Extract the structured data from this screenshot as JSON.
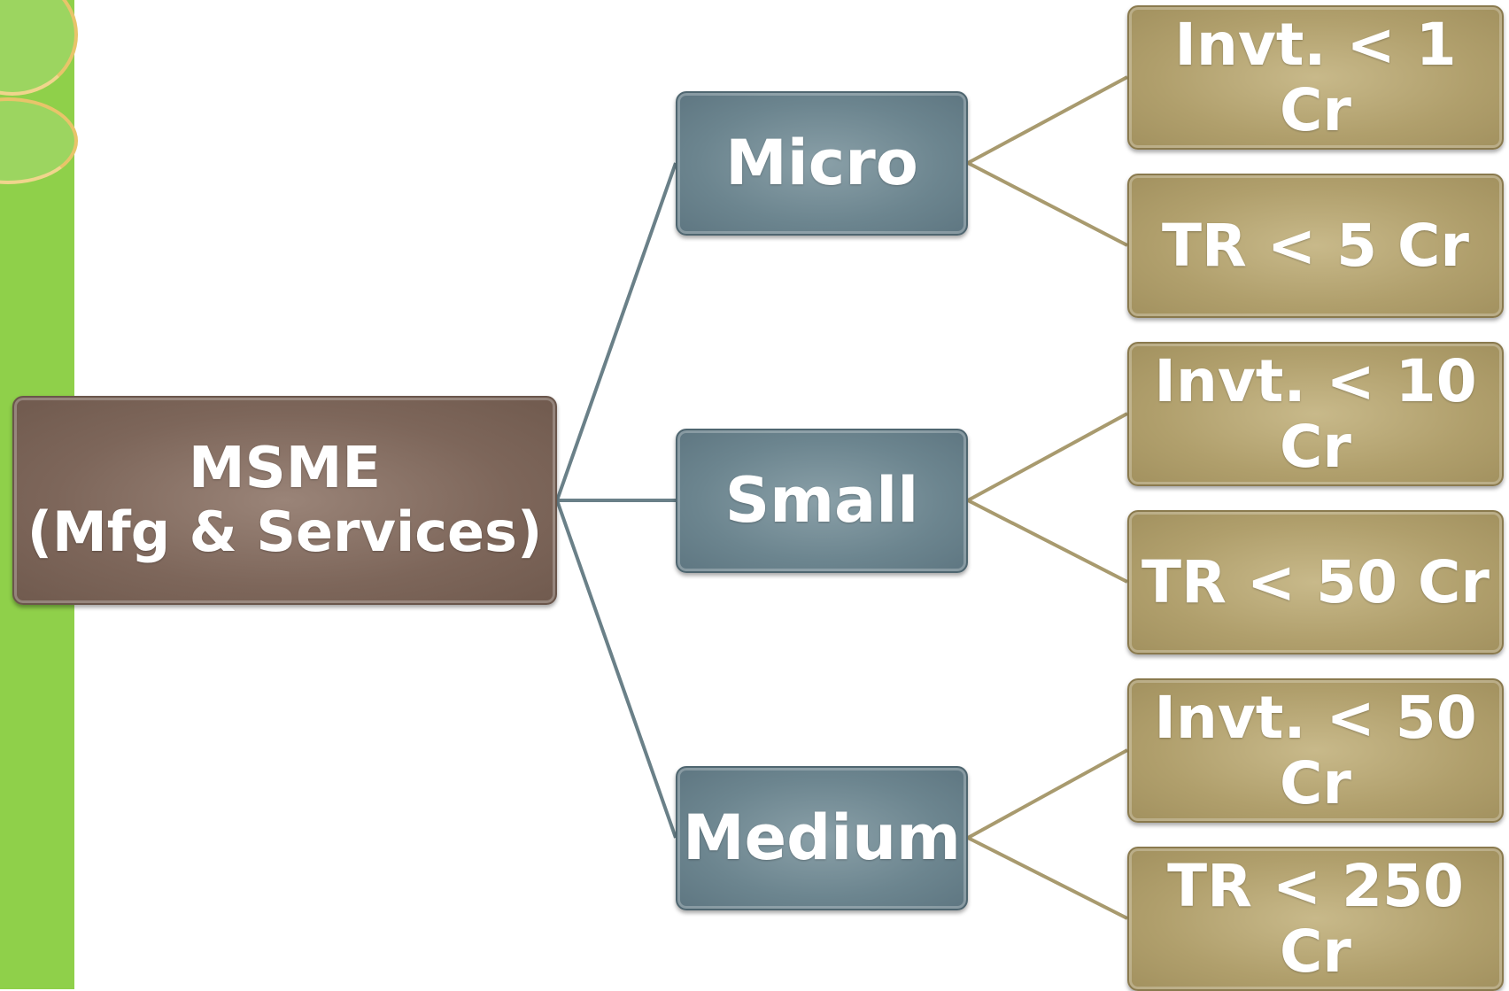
{
  "root": {
    "line1": "MSME",
    "line2": "(Mfg & Services)"
  },
  "categories": [
    {
      "label": "Micro",
      "criteria": [
        {
          "line1": "Invt. < 1 Cr",
          "line2": ""
        },
        {
          "line1": "TR  < 5 Cr",
          "line2": ""
        }
      ]
    },
    {
      "label": "Small",
      "criteria": [
        {
          "line1": "Invt. < 10",
          "line2": "Cr"
        },
        {
          "line1": "TR  < 50 Cr",
          "line2": ""
        }
      ]
    },
    {
      "label": "Medium",
      "criteria": [
        {
          "line1": "Invt. < 50",
          "line2": "Cr"
        },
        {
          "line1": "TR  < 250",
          "line2": "Cr"
        }
      ]
    }
  ],
  "colors": {
    "side_band": "#8fd04a",
    "root_fill": "#7d665a",
    "category_fill": "#6c858f",
    "criteria_fill": "#b09f6c",
    "root_connector": "#6a8088",
    "leaf_connector": "#a89a6e"
  }
}
